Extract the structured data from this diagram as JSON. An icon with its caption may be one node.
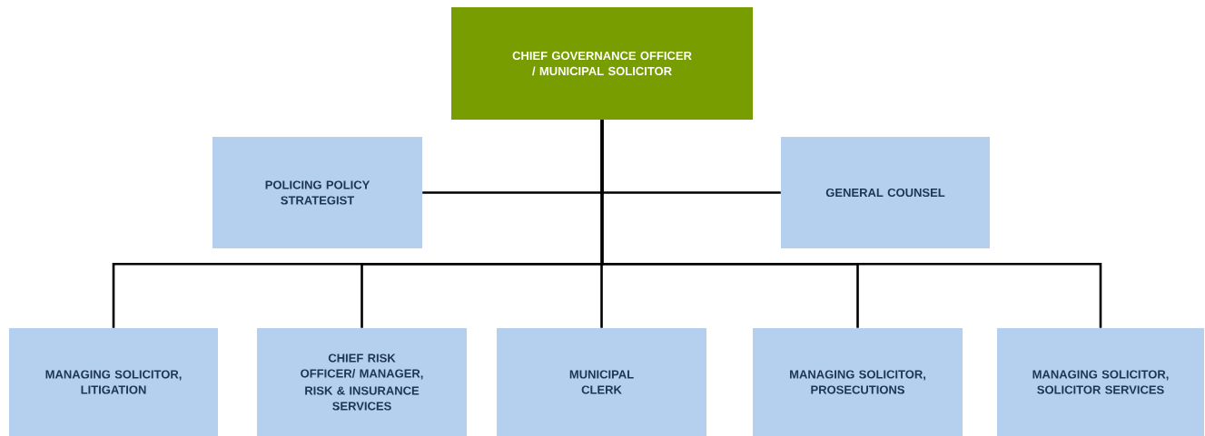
{
  "diagram": {
    "nodes": [
      {
        "text": [
          "CHIEF GOVERNANCE OFFICER / MUNICIPAL SOLICITOR"
        ]
      },
      {
        "text": [
          "POLICING POLICY STRATEGIST"
        ]
      },
      {
        "text": [
          "GENERAL COUNSEL"
        ]
      },
      {
        "text": [
          "MANAGING SOLICITOR, LITIGATION"
        ]
      },
      {
        "text": [
          "CHIEF RISK OFFICER/ MANAGER,",
          "RISK & INSURANCE SERVICES"
        ]
      },
      {
        "text": [
          "MUNICIPAL CLERK"
        ]
      },
      {
        "text": [
          "MANAGING SOLICITOR, PROSECUTIONS"
        ]
      },
      {
        "text": [
          "MANAGING SOLICITOR, SOLICITOR SERVICES"
        ]
      }
    ],
    "edges": [
      {
        "from": 0,
        "to": 1,
        "arrow": "none"
      },
      {
        "from": 0,
        "to": 2,
        "arrow": "none"
      },
      {
        "from": 0,
        "to": 3,
        "arrow": "none"
      },
      {
        "from": 0,
        "to": 4,
        "arrow": "none"
      },
      {
        "from": 0,
        "to": 5,
        "arrow": "none"
      },
      {
        "from": 0,
        "to": 6,
        "arrow": "none"
      },
      {
        "from": 0,
        "to": 7,
        "arrow": "none"
      }
    ]
  }
}
